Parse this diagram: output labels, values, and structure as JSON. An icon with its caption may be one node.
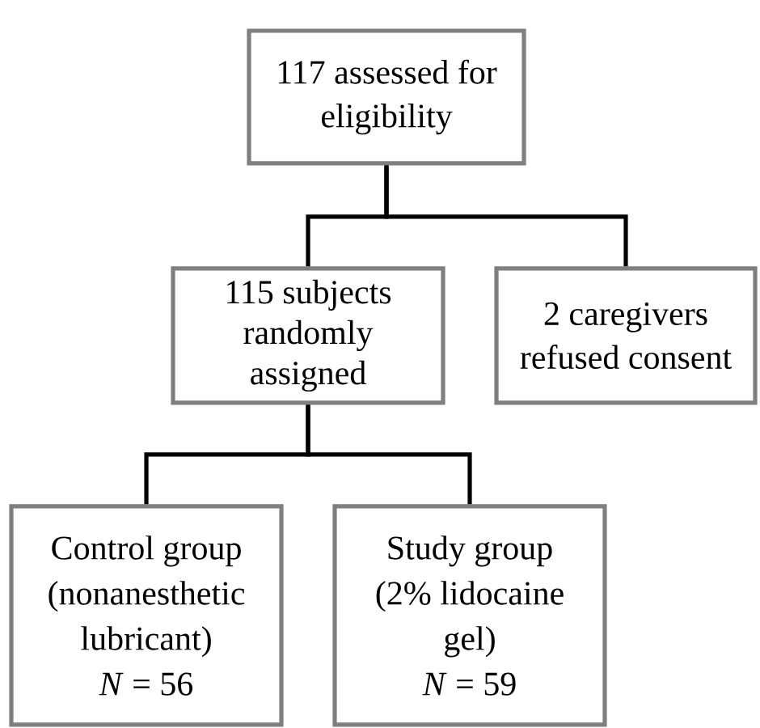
{
  "diagram": {
    "nodes": [
      {
        "text": [
          "117 assessed for eligibility"
        ]
      },
      {
        "text": [
          "115 subjects randomly assigned"
        ]
      },
      {
        "text": [
          "2 caregivers refused consent"
        ]
      },
      {
        "text": [
          "Control group (nonanesthetic lubricant)",
          "*N* = 56"
        ]
      },
      {
        "text": [
          "Study group (2% lidocaine gel)",
          "*N* = 59"
        ]
      }
    ],
    "edges": [
      {
        "from": 0,
        "to": 1,
        "arrow": "none"
      },
      {
        "from": 0,
        "to": 2,
        "arrow": "none"
      },
      {
        "from": 1,
        "to": 3,
        "arrow": "none"
      },
      {
        "from": 1,
        "to": 4,
        "arrow": "none"
      }
    ]
  }
}
